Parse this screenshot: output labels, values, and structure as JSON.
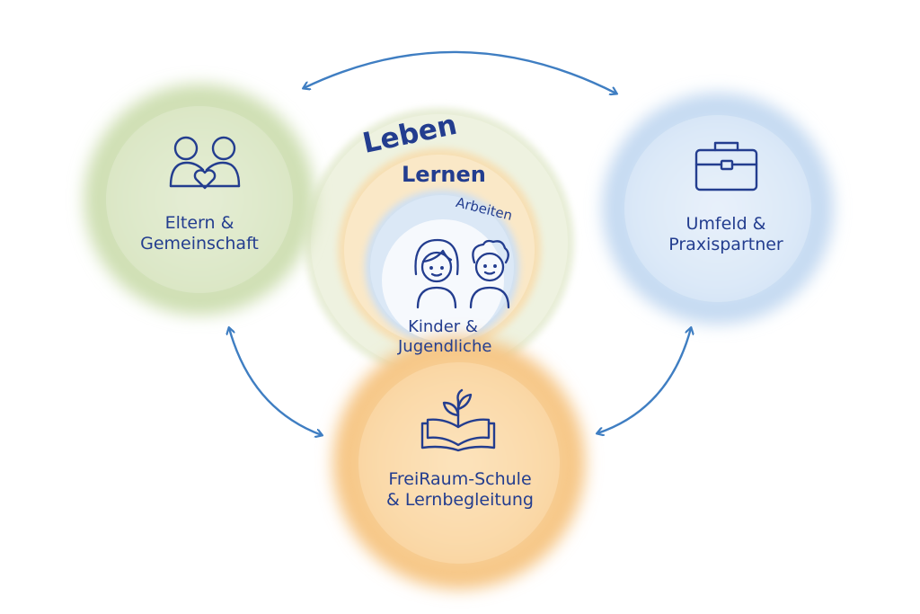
{
  "rings": {
    "outer": "Leben",
    "middle": "Lernen",
    "inner": "Arbeiten"
  },
  "center": {
    "line1": "Kinder &",
    "line2": "Jugendliche"
  },
  "nodes": {
    "left": {
      "line1": "Eltern &",
      "line2": "Gemeinschaft"
    },
    "right": {
      "line1": "Umfeld &",
      "line2": "Praxispartner"
    },
    "bottom": {
      "line1": "FreiRaum-Schule",
      "line2": "& Lernbegleitung"
    }
  },
  "colors": {
    "green": "#cfe0b2",
    "blue": "#c7dcf3",
    "orange": "#f8cc8e",
    "ink": "#233d8f",
    "arrow": "#3f7ec2"
  },
  "icons": {
    "left": "parents-heart-icon",
    "right": "briefcase-icon",
    "bottom": "book-sprout-icon",
    "center": "children-icon"
  }
}
